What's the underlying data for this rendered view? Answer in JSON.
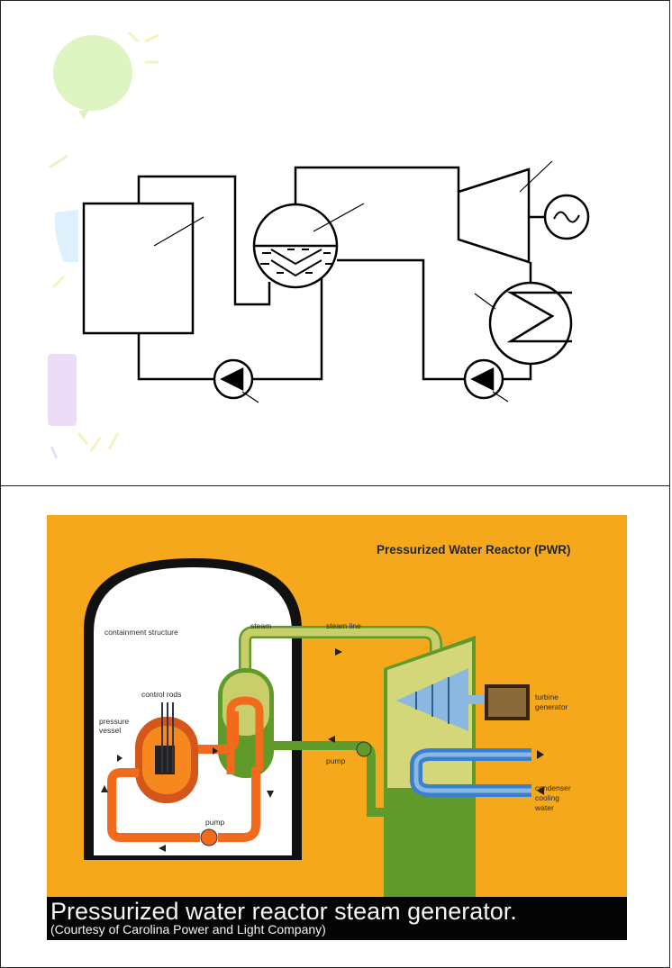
{
  "schematic": {
    "colors": {
      "line": "#000000",
      "light_green": "#d6f2b0",
      "light_blue": "#d8eefc",
      "light_purple": "#e8d8f6",
      "light_yellow": "#f7f2b8"
    }
  },
  "photo": {
    "title": "Pressurized Water Reactor (PWR)",
    "labels": {
      "containment": "containment structure",
      "steam": "steam",
      "steam_line": "steam line",
      "control_rods": "control rods",
      "pressure_vessel_1": "pressure",
      "pressure_vessel_2": "vessel",
      "pump_secondary": "pump",
      "pump_primary": "pump",
      "turbine_1": "turbine",
      "turbine_2": "generator",
      "condenser_1": "condenser",
      "condenser_2": "cooling",
      "condenser_3": "water"
    },
    "colors": {
      "background": "#f5a81c",
      "primary_loop": "#f26a1b",
      "secondary": "#5f9a2a",
      "steam_fill": "#c8cf6a",
      "turbine": "#8ab8e0",
      "generator": "#6b4a1e",
      "cooling": "#3a7fd0"
    },
    "caption": "Pressurized water reactor steam generator.",
    "credit": "(Courtesy of Carolina Power and Light Company)"
  }
}
